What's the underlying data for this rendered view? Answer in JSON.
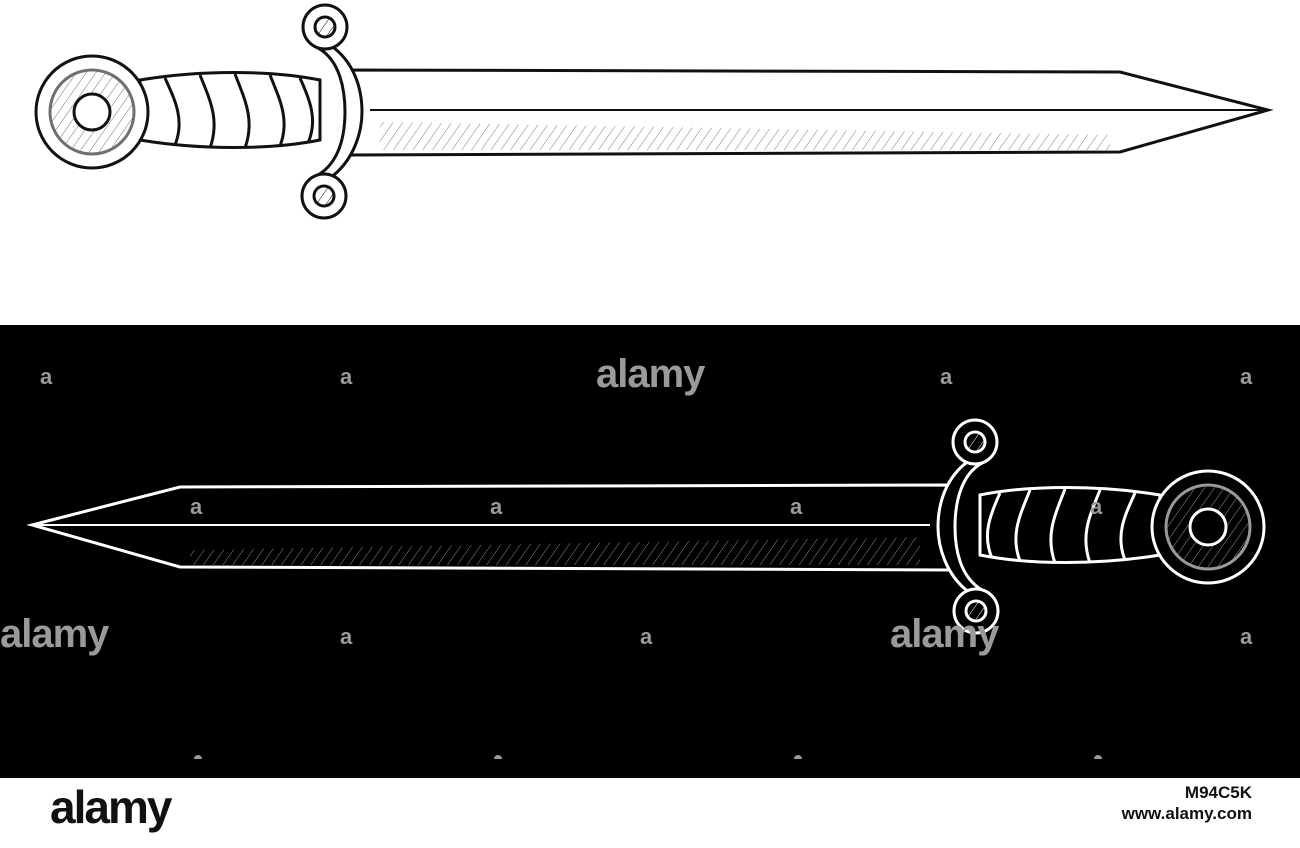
{
  "watermark": {
    "brand": "alamy",
    "glyph": "a"
  },
  "footer": {
    "logo": "alamy",
    "image_id": "M94C5K",
    "url": "www.alamy.com"
  },
  "colors": {
    "top_background": "#ffffff",
    "bottom_background": "#000000",
    "ink_dark": "#111111",
    "ink_light": "#ffffff",
    "watermark": "#9a9a9a"
  },
  "illustration": {
    "subject": "dagger-sword",
    "variants": [
      "black-on-white",
      "white-on-black"
    ]
  }
}
